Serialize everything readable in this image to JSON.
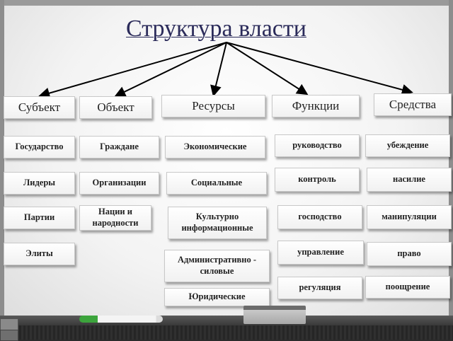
{
  "title": "Структура власти",
  "headers": {
    "subject": "Субъект",
    "object": "Объект",
    "resources": "Ресурсы",
    "functions": "Функции",
    "means": "Средства"
  },
  "subject_items": [
    "Государство",
    "Лидеры",
    "Партии",
    "Элиты"
  ],
  "object_items": [
    "Граждане",
    "Организации",
    "Нации и народности"
  ],
  "resources_items": [
    "Экономические",
    "Социальные",
    "Культурно информационные",
    "Административно - силовые",
    "Юридические"
  ],
  "functions_items": [
    "руководство",
    "контроль",
    "господство",
    "управление",
    "регуляция"
  ],
  "means_items": [
    "убеждение",
    "насилие",
    "манипуляции",
    "право",
    "поощрение"
  ]
}
